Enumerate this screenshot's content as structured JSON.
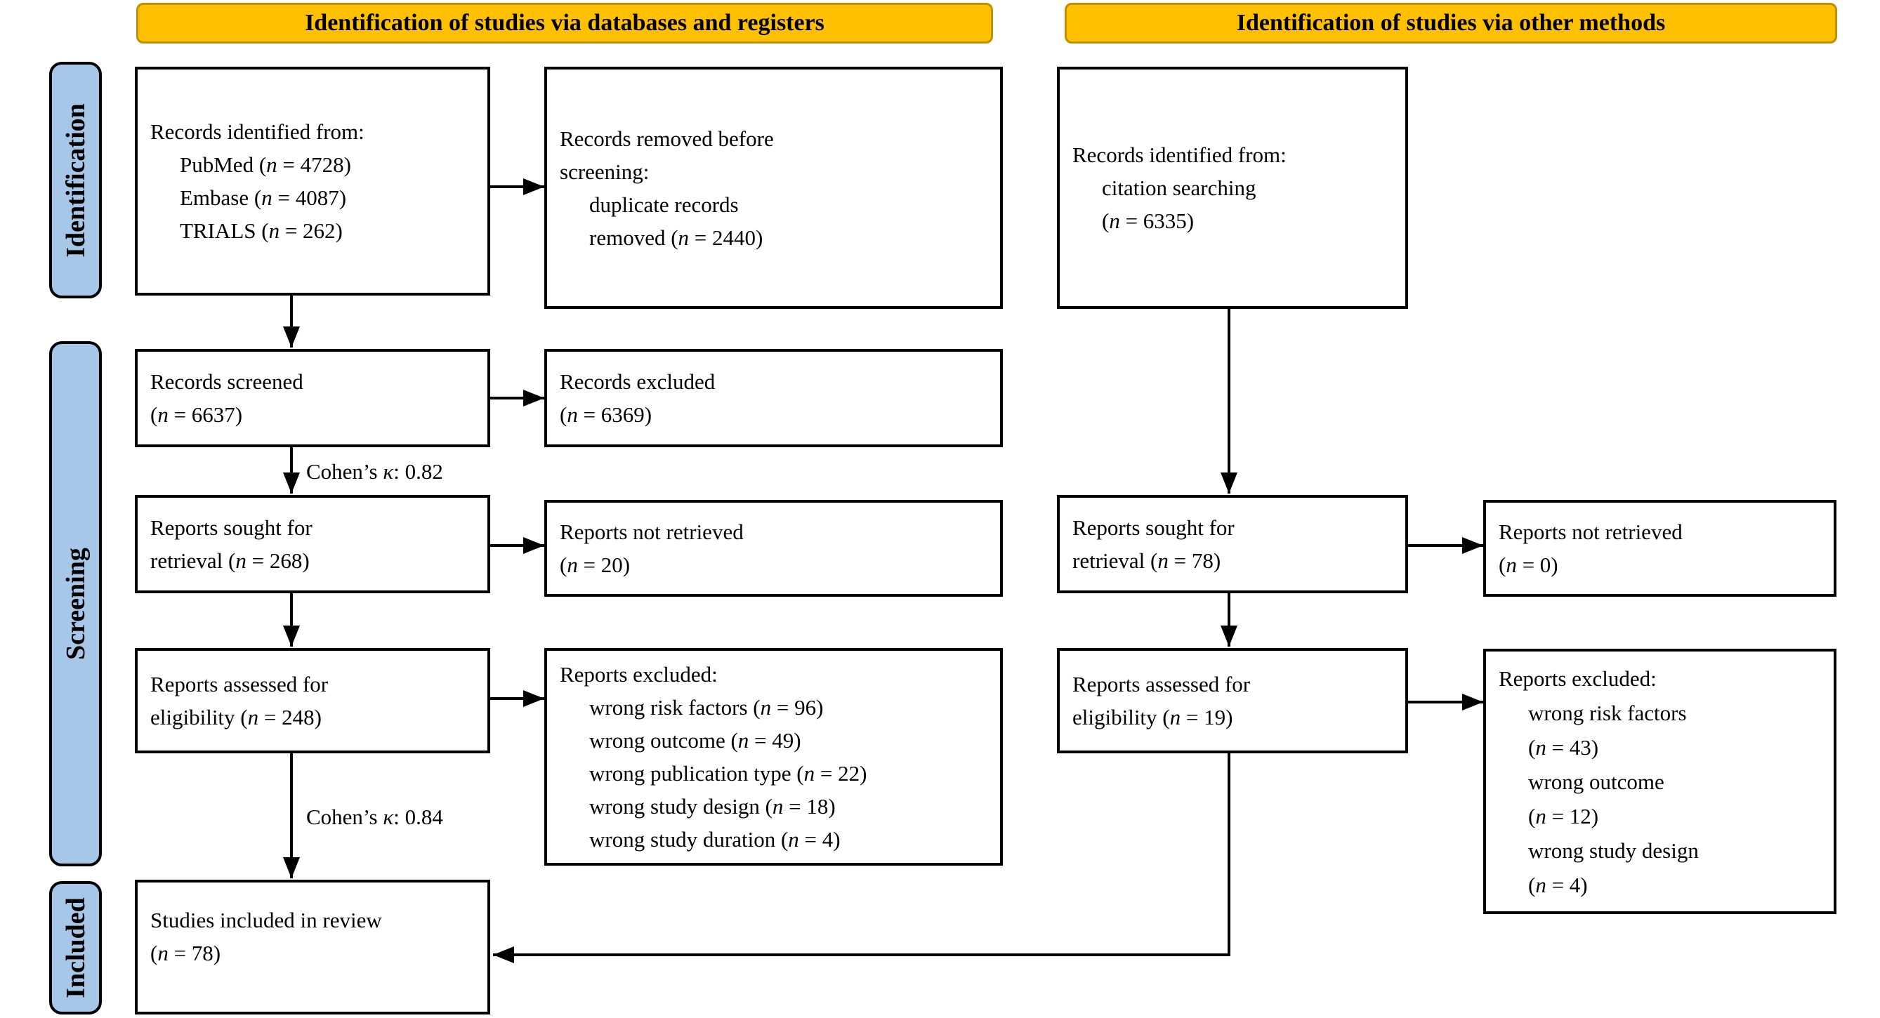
{
  "banners": {
    "databases": "Identification of studies via databases and registers",
    "other": "Identification of studies via other methods"
  },
  "stages": {
    "identification": "Identification",
    "screening": "Screening",
    "included": "Included"
  },
  "boxes": {
    "db_identified": {
      "rows": [
        "Records identified from:",
        "PubMed (n = 4728)",
        "Embase (n = 4087)",
        "TRIALS (n = 262)"
      ]
    },
    "db_removed": {
      "rows": [
        "Records removed before",
        "screening:",
        "duplicate records",
        "removed (n = 2440)"
      ]
    },
    "other_identified": {
      "rows": [
        "Records identified from:",
        "citation searching",
        "(n = 6335)"
      ]
    },
    "db_screened": {
      "rows": [
        "Records screened",
        "(n = 6637)"
      ]
    },
    "db_excluded": {
      "rows": [
        "Records excluded",
        "(n = 6369)"
      ]
    },
    "db_sought": {
      "rows": [
        "Reports sought for",
        "retrieval (n = 268)"
      ]
    },
    "db_not_retrieved": {
      "rows": [
        "Reports not retrieved",
        "(n = 20)"
      ]
    },
    "other_sought": {
      "rows": [
        "Reports sought for",
        "retrieval (n = 78)"
      ]
    },
    "other_not_retrieved": {
      "rows": [
        "Reports not retrieved",
        "(n = 0)"
      ]
    },
    "db_assessed": {
      "rows": [
        "Reports assessed for",
        "eligibility (n = 248)"
      ]
    },
    "db_reports_excluded": {
      "rows": [
        "Reports excluded:",
        "wrong risk factors (n = 96)",
        "wrong outcome (n = 49)",
        "wrong publication type (n = 22)",
        "wrong study design (n = 18)",
        "wrong study duration (n = 4)"
      ]
    },
    "other_assessed": {
      "rows": [
        "Reports assessed for",
        "eligibility (n = 19)"
      ]
    },
    "other_reports_excluded": {
      "rows": [
        "Reports excluded:",
        "wrong risk factors",
        "(n = 43)",
        "wrong outcome",
        "(n = 12)",
        "wrong study design",
        "(n = 4)"
      ]
    },
    "included_studies": {
      "rows": [
        "Studies included in review",
        "(n = 78)"
      ]
    }
  },
  "annotations": {
    "kappa_screening": "Cohen’s κ: 0.82",
    "kappa_eligibility": "Cohen’s κ: 0.84"
  },
  "colors": {
    "banner_fill": "#FFC000",
    "banner_border": "#BE9000",
    "stage_fill": "#A6C7E7",
    "line": "#000000"
  }
}
